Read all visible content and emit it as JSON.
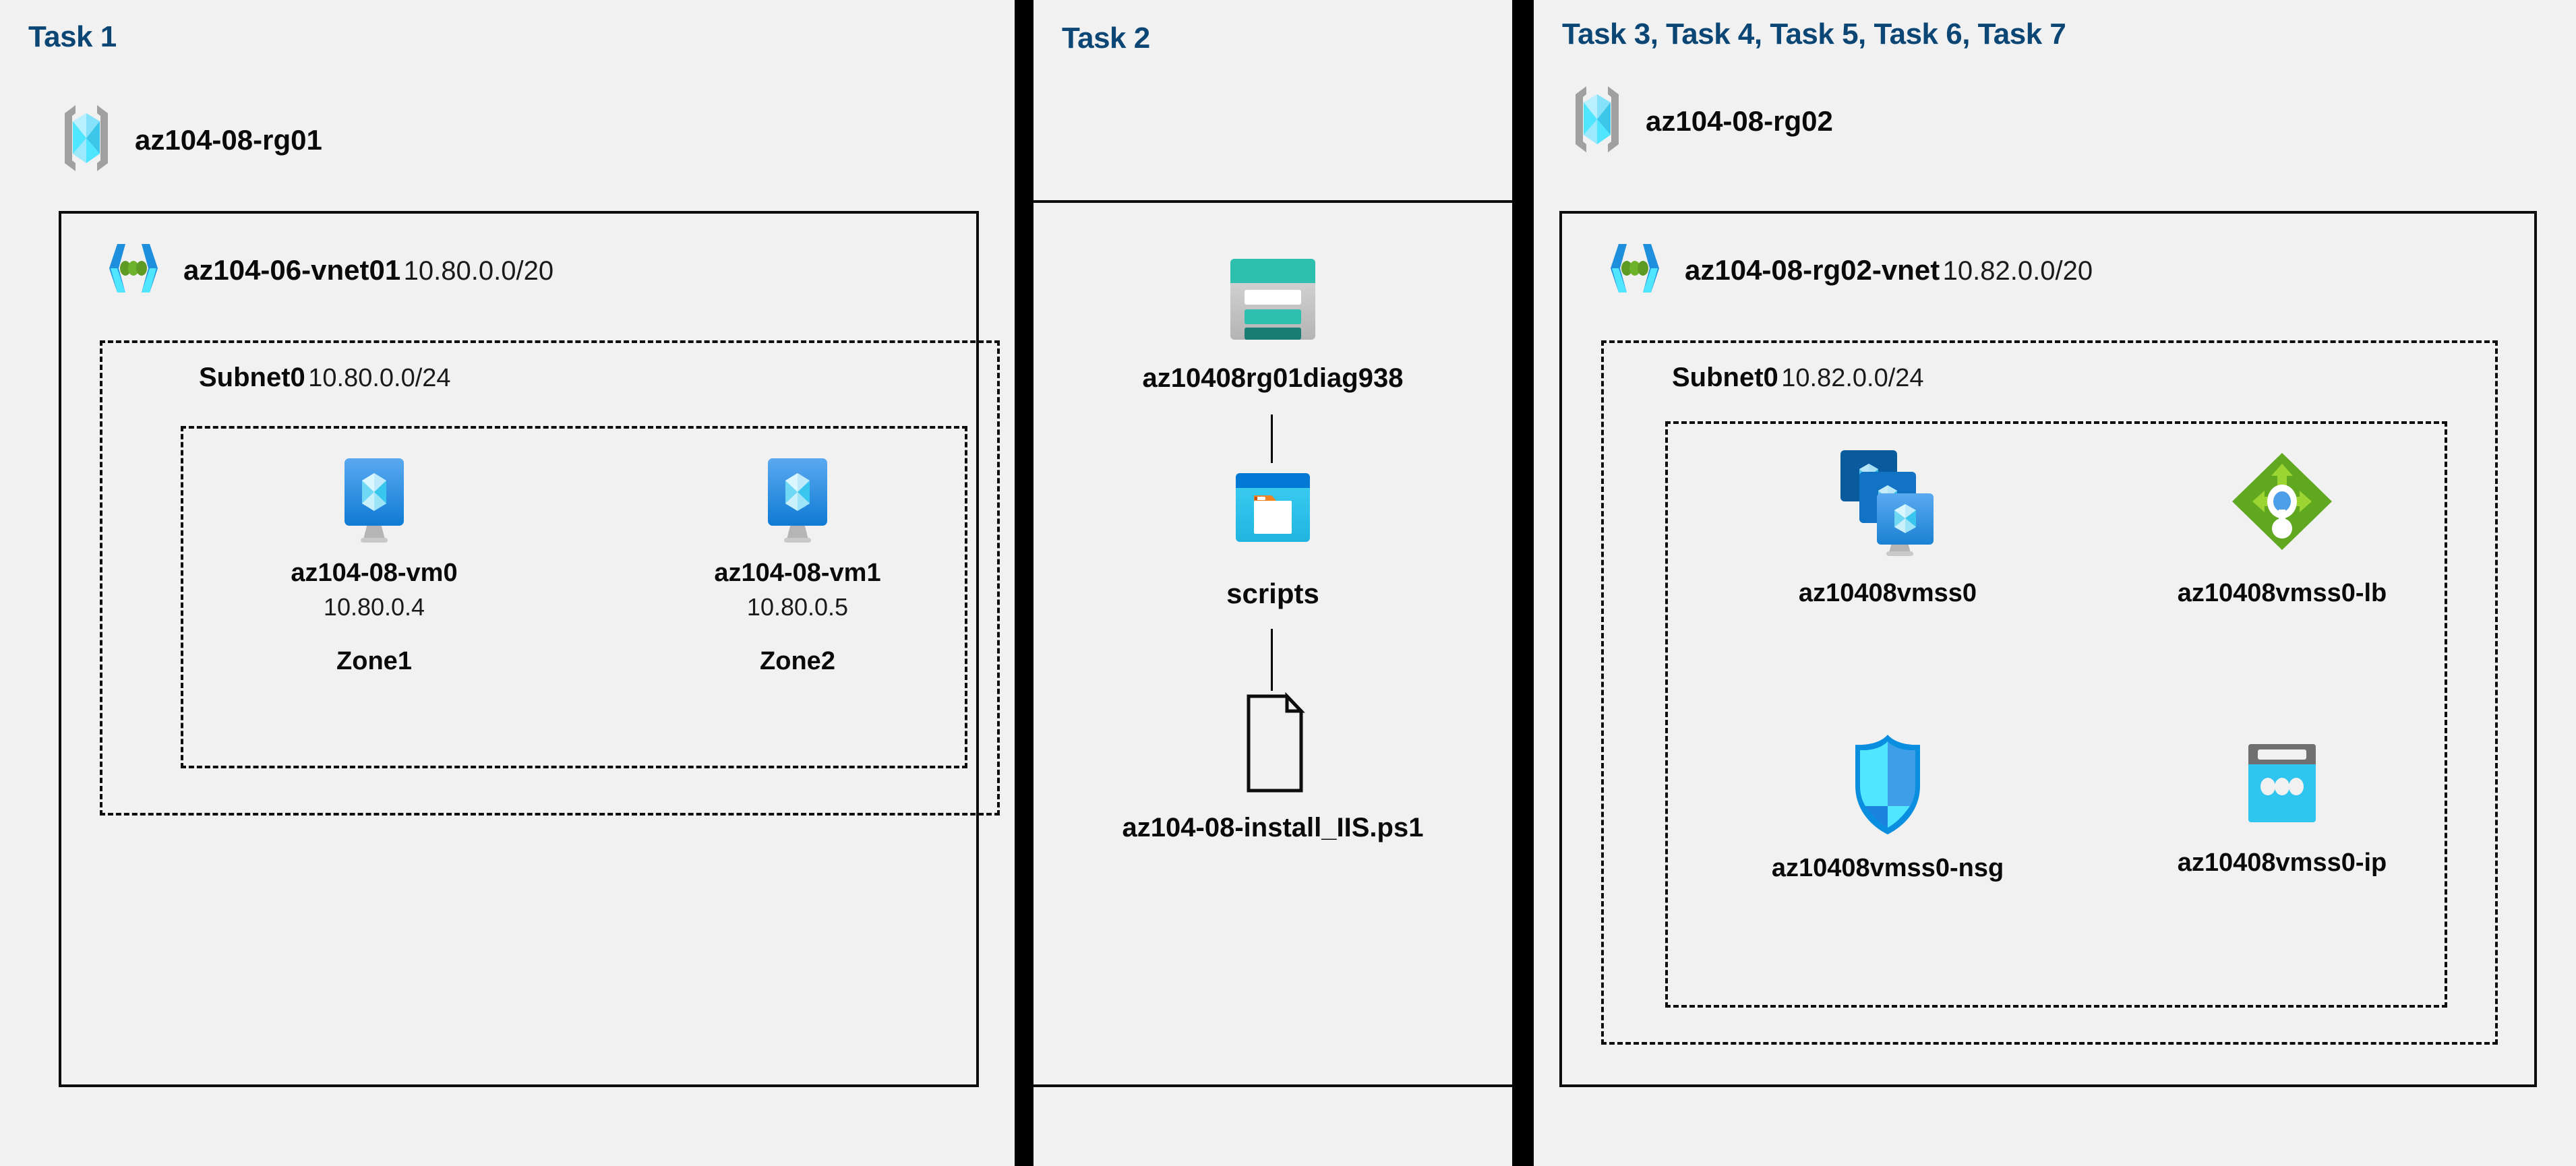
{
  "panels": [
    {
      "id": "task1",
      "title": "Task 1",
      "resource_group": {
        "name": "az104-08-rg01",
        "icon": "resource-group-icon"
      },
      "vnet": {
        "name": "az104-06-vnet01",
        "cidr": "10.80.0.0/20",
        "icon": "virtual-network-icon"
      },
      "subnet": {
        "name": "Subnet0",
        "cidr": "10.80.0.0/24"
      },
      "vms": [
        {
          "name": "az104-08-vm0",
          "ip": "10.80.0.4",
          "zone": "Zone1",
          "icon": "virtual-machine-icon"
        },
        {
          "name": "az104-08-vm1",
          "ip": "10.80.0.5",
          "zone": "Zone2",
          "icon": "virtual-machine-icon"
        }
      ]
    },
    {
      "id": "task2",
      "title": "Task 2",
      "items": [
        {
          "name": "az10408rg01diag938",
          "icon": "storage-account-icon"
        },
        {
          "name": "scripts",
          "icon": "blob-container-icon"
        },
        {
          "name": "az104-08-install_IIS.ps1",
          "icon": "file-icon"
        }
      ]
    },
    {
      "id": "task3to7",
      "title": "Task 3, Task 4, Task 5, Task 6, Task 7",
      "resource_group": {
        "name": "az104-08-rg02",
        "icon": "resource-group-icon"
      },
      "vnet": {
        "name": "az104-08-rg02-vnet",
        "cidr": "10.82.0.0/20",
        "icon": "virtual-network-icon"
      },
      "subnet": {
        "name": "Subnet0",
        "cidr": "10.82.0.0/24"
      },
      "resources": [
        {
          "name": "az10408vmss0",
          "icon": "vm-scale-set-icon"
        },
        {
          "name": "az10408vmss0-lb",
          "icon": "load-balancer-icon"
        },
        {
          "name": "az10408vmss0-nsg",
          "icon": "network-security-group-icon"
        },
        {
          "name": "az10408vmss0-ip",
          "icon": "public-ip-address-icon"
        }
      ]
    }
  ],
  "colors": {
    "background": "#f1f1f1",
    "task_title": "#0b4675",
    "border": "#0d0d0d",
    "divider": "#000000",
    "azure_blue": "#0078d4",
    "azure_cyan": "#50e6ff",
    "storage_teal": "#32bfb0",
    "lb_green": "#6bb72a",
    "nsg_blue": "#0a8fe0"
  }
}
